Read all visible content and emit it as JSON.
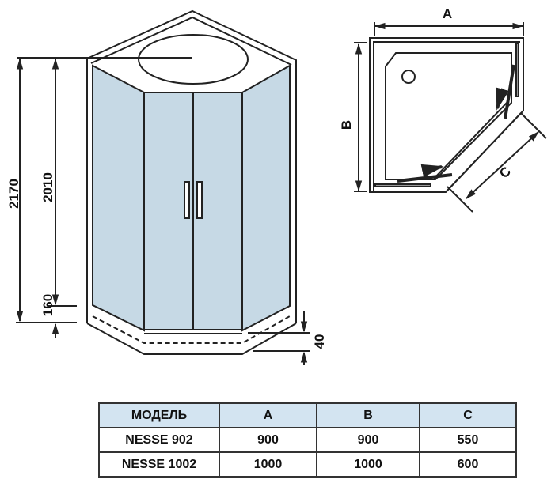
{
  "front_view": {
    "dimensions": {
      "total_height": "2170",
      "cabin_height": "2010",
      "tray_height": "160",
      "tray_offset": "40"
    }
  },
  "plan_view": {
    "labels": {
      "width": "A",
      "depth": "B",
      "door": "C"
    }
  },
  "table": {
    "headers": [
      "МОДЕЛЬ",
      "A",
      "B",
      "C"
    ],
    "rows": [
      [
        "NESSE 902",
        "900",
        "900",
        "550"
      ],
      [
        "NESSE 1002",
        "1000",
        "1000",
        "600"
      ]
    ]
  },
  "colors": {
    "glass": "#c6d9e5",
    "header": "#d3e4f1",
    "line": "#222222"
  }
}
